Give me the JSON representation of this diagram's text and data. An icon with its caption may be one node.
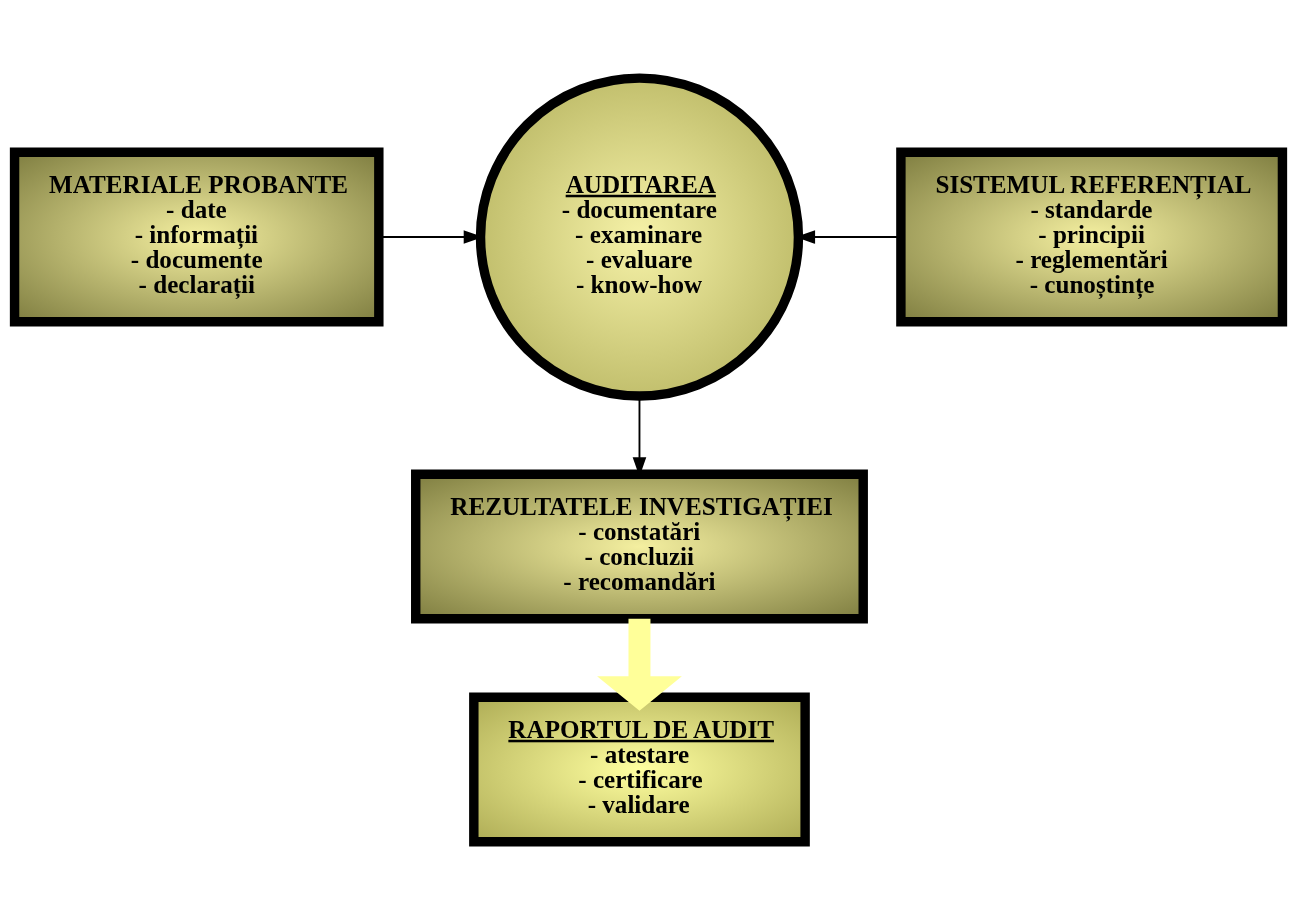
{
  "diagram": {
    "nodes": [
      {
        "text": [
          "MATERIALE PROBANTE",
          "- date",
          "- informații",
          "- documente",
          "- declarații"
        ]
      },
      {
        "text": [
          "AUDITAREA",
          "- documentare",
          "- examinare",
          "- evaluare",
          "- know-how"
        ]
      },
      {
        "text": [
          "SISTEMUL REFERENȚIAL",
          "- standarde",
          "- principii",
          "- reglementări",
          "- cunoștințe"
        ]
      },
      {
        "text": [
          "REZULTATELE INVESTIGAȚIEI",
          "- constatări",
          "- concluzii",
          "- recomandări"
        ]
      },
      {
        "text": [
          "RAPORTUL DE AUDIT",
          "- atestare",
          "- certificare",
          "- validare"
        ]
      }
    ],
    "edges": [
      {
        "from": 0,
        "to": 1,
        "arrow": "to"
      },
      {
        "from": 2,
        "to": 1,
        "arrow": "to"
      },
      {
        "from": 1,
        "to": 3,
        "arrow": "to"
      },
      {
        "from": 3,
        "to": 4,
        "arrow": "to",
        "style": "thick",
        "color": "#ffff99"
      }
    ]
  }
}
